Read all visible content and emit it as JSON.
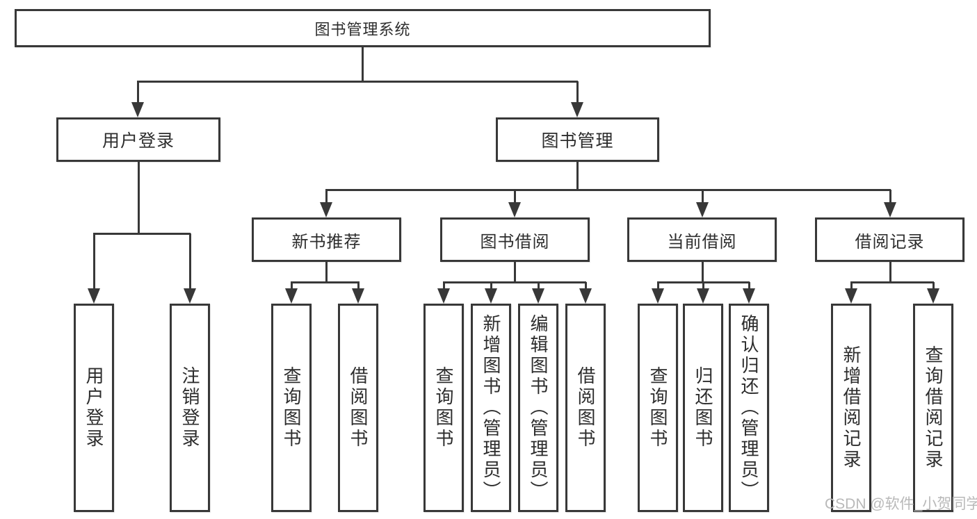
{
  "diagram": {
    "nodes": {
      "root": "图书管理系统",
      "user_login": "用户登录",
      "book_mgmt": "图书管理",
      "new_books": "新书推荐",
      "book_borrow": "图书借阅",
      "current_borrow": "当前借阅",
      "borrow_records": "借阅记录",
      "leaf_user_login": "用户登录",
      "leaf_logout": "注销登录",
      "leaf_nb_query": "查询图书",
      "leaf_nb_borrow": "借阅图书",
      "leaf_bb_query": "查询图书",
      "leaf_bb_add": "新增图书（管理员）",
      "leaf_bb_edit": "编辑图书（管理员）",
      "leaf_bb_borrow": "借阅图书",
      "leaf_cb_query": "查询图书",
      "leaf_cb_return": "归还图书",
      "leaf_cb_confirm": "确认归还（管理员）",
      "leaf_br_add": "新增借阅记录",
      "leaf_br_query": "查询借阅记录"
    },
    "hierarchy": {
      "图书管理系统": {
        "用户登录": [
          "用户登录",
          "注销登录"
        ],
        "图书管理": {
          "新书推荐": [
            "查询图书",
            "借阅图书"
          ],
          "图书借阅": [
            "查询图书",
            "新增图书（管理员）",
            "编辑图书（管理员）",
            "借阅图书"
          ],
          "当前借阅": [
            "查询图书",
            "归还图书",
            "确认归还（管理员）"
          ],
          "借阅记录": [
            "新增借阅记录",
            "查询借阅记录"
          ]
        }
      }
    },
    "colors": {
      "line": "#383838",
      "text": "#2d2d2d",
      "watermark_text": "#b9b9b9",
      "background": "#ffffff"
    },
    "watermark": "CSDN @软件_小贺同学"
  }
}
